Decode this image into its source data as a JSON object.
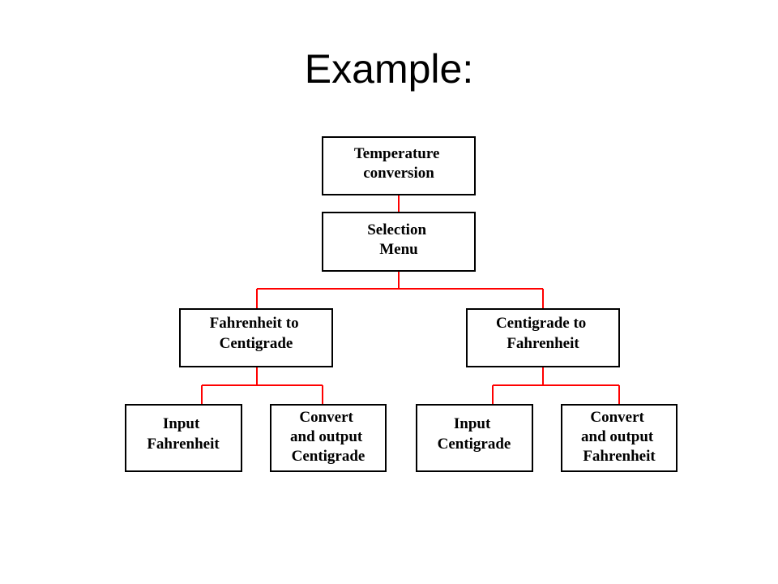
{
  "slide": {
    "title": "Example:"
  },
  "diagram": {
    "line_color": "#ff0000",
    "box_border_color": "#000000",
    "nodes": {
      "root": {
        "lines": [
          "Temperature",
          "conversion"
        ]
      },
      "menu": {
        "lines": [
          "Selection",
          "Menu"
        ]
      },
      "f2c": {
        "lines": [
          "Fahrenheit to",
          "Centigrade"
        ]
      },
      "c2f": {
        "lines": [
          "Centigrade to",
          "Fahrenheit"
        ]
      },
      "input_f": {
        "lines": [
          "Input",
          "Fahrenheit"
        ]
      },
      "convert_c": {
        "lines": [
          "Convert",
          "and output",
          "Centigrade"
        ]
      },
      "input_c": {
        "lines": [
          "Input",
          "Centigrade"
        ]
      },
      "convert_f": {
        "lines": [
          "Convert",
          "and output",
          "Fahrenheit"
        ]
      }
    }
  }
}
